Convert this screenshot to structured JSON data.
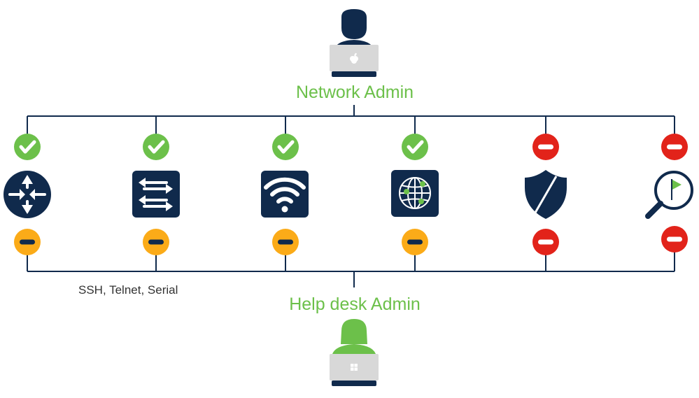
{
  "colors": {
    "navy": "#102a4c",
    "green_check": "#6cc04a",
    "red_deny": "#e2231a",
    "orange_partial": "#fbab18",
    "label_green": "#6cc04a",
    "line": "#102a4c",
    "laptop": "#d8d8d8"
  },
  "network_admin": {
    "label": "Network Admin",
    "laptop_logo": "apple-icon"
  },
  "helpdesk_admin": {
    "label": "Help desk Admin",
    "laptop_logo": "windows-icon"
  },
  "protocols": "SSH, Telnet, Serial",
  "devices": [
    {
      "icon": "router-icon",
      "network_admin_access": "allowed",
      "helpdesk_access": "limited"
    },
    {
      "icon": "switch-icon",
      "network_admin_access": "allowed",
      "helpdesk_access": "limited"
    },
    {
      "icon": "wireless-icon",
      "network_admin_access": "allowed",
      "helpdesk_access": "limited"
    },
    {
      "icon": "globe-network-icon",
      "network_admin_access": "allowed",
      "helpdesk_access": "limited"
    },
    {
      "icon": "shield-firewall-icon",
      "network_admin_access": "denied",
      "helpdesk_access": "denied"
    },
    {
      "icon": "magnifier-flag-icon",
      "network_admin_access": "denied",
      "helpdesk_access": "denied"
    }
  ]
}
